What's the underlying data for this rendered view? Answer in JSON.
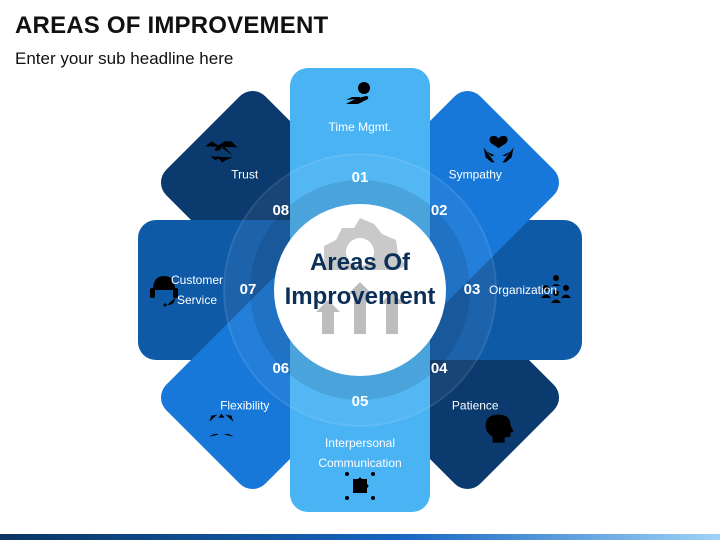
{
  "header": {
    "title": "AREAS OF IMPROVEMENT",
    "subtitle": "Enter your sub headline here"
  },
  "center": {
    "line1": "Areas Of",
    "line2": "Improvement",
    "icon": "gear-arrows-icon"
  },
  "petals": [
    {
      "number": "01",
      "lines": [
        "Time Mgmt."
      ],
      "icon": "hand-clock-icon",
      "color": "#49b3f4"
    },
    {
      "number": "02",
      "lines": [
        "Sympathy"
      ],
      "icon": "hands-heart-icon",
      "color": "#1778d9"
    },
    {
      "number": "03",
      "lines": [
        "Organization"
      ],
      "icon": "team-icon",
      "color": "#0e5aa7"
    },
    {
      "number": "04",
      "lines": [
        "Patience"
      ],
      "icon": "head-clock-icon",
      "color": "#0a3a6e"
    },
    {
      "number": "05",
      "lines": [
        "Interpersonal",
        "Communication"
      ],
      "icon": "puzzle-people-icon",
      "color": "#49b3f4"
    },
    {
      "number": "06",
      "lines": [
        "Flexibility"
      ],
      "icon": "split-arrows-icon",
      "color": "#1778d9"
    },
    {
      "number": "07",
      "lines": [
        "Customer",
        "Service"
      ],
      "icon": "headset-icon",
      "color": "#0e5aa7"
    },
    {
      "number": "08",
      "lines": [
        "Trust"
      ],
      "icon": "handshake-icon",
      "color": "#0a3a6e"
    }
  ]
}
